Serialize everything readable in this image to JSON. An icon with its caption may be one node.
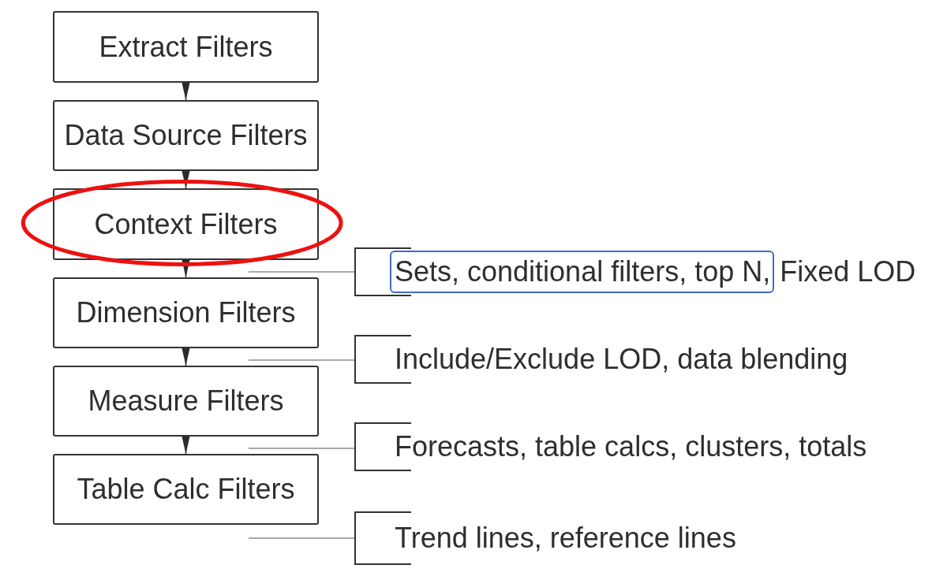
{
  "diagram": {
    "nodes": [
      {
        "text": [
          "Extract Filters"
        ]
      },
      {
        "text": [
          "Data Source Filters"
        ]
      },
      {
        "text": [
          "Context Filters"
        ]
      },
      {
        "text": [
          "Dimension Filters"
        ]
      },
      {
        "text": [
          "Measure Filters"
        ]
      },
      {
        "text": [
          "Table Calc Filters"
        ]
      },
      {
        "text": [
          "Sets, conditional filters, top N,",
          "Fixed LOD"
        ]
      },
      {
        "text": [
          "Include/Exclude LOD, data blending"
        ]
      },
      {
        "text": [
          "Forecasts, table calcs, clusters, totals"
        ]
      },
      {
        "text": [
          "Trend lines, reference lines"
        ]
      }
    ],
    "edges": [
      {
        "from": 0,
        "to": 1,
        "arrow": "to"
      },
      {
        "from": 1,
        "to": 2,
        "arrow": "to"
      },
      {
        "from": 2,
        "to": 3,
        "arrow": "to"
      },
      {
        "from": 3,
        "to": 4,
        "arrow": "to"
      },
      {
        "from": 4,
        "to": 5,
        "arrow": "to"
      },
      {
        "from": 6,
        "to": 3,
        "arrow": "none",
        "color": "#8c8c8c"
      },
      {
        "from": 7,
        "to": 4,
        "arrow": "none",
        "color": "#8c8c8c"
      },
      {
        "from": 8,
        "to": 5,
        "arrow": "none",
        "color": "#8c8c8c"
      },
      {
        "from": 9,
        "to": null,
        "arrow": "none",
        "color": "#8c8c8c"
      }
    ]
  }
}
